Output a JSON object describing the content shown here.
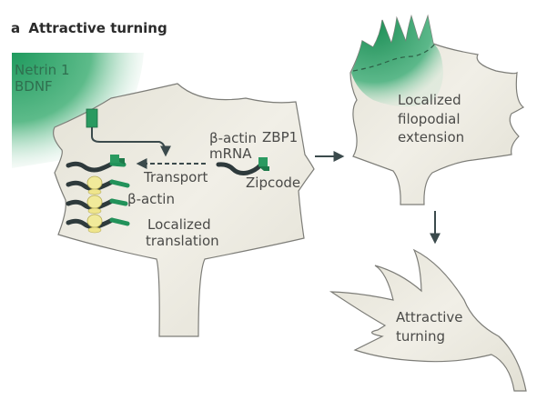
{
  "panel": {
    "letter": "a",
    "title": "Attractive turning"
  },
  "cues": {
    "line1": "Netrin 1",
    "line2": "BDNF"
  },
  "growth_cone": {
    "mrna_label_1": "β-actin",
    "mrna_label_2": "mRNA",
    "zbp1": "ZBP1",
    "zipcode": "Zipcode",
    "transport": "Transport",
    "beta_actin": "β-actin",
    "localized_1": "Localized",
    "localized_2": "translation"
  },
  "filopodia_cone": {
    "line1": "Localized",
    "line2": "filopodial",
    "line3": "extension"
  },
  "turning_cone": {
    "line1": "Attractive",
    "line2": "turning"
  },
  "colors": {
    "cue_green": "#2e9a63",
    "membrane_fill": "#ebe9df",
    "outline": "#7d7d78",
    "mrna_dark": "#2e3a3c",
    "zipcode_green": "#22925a",
    "ribosome_yellow": "#f1ea9a",
    "arrow": "#3b4a4c"
  }
}
